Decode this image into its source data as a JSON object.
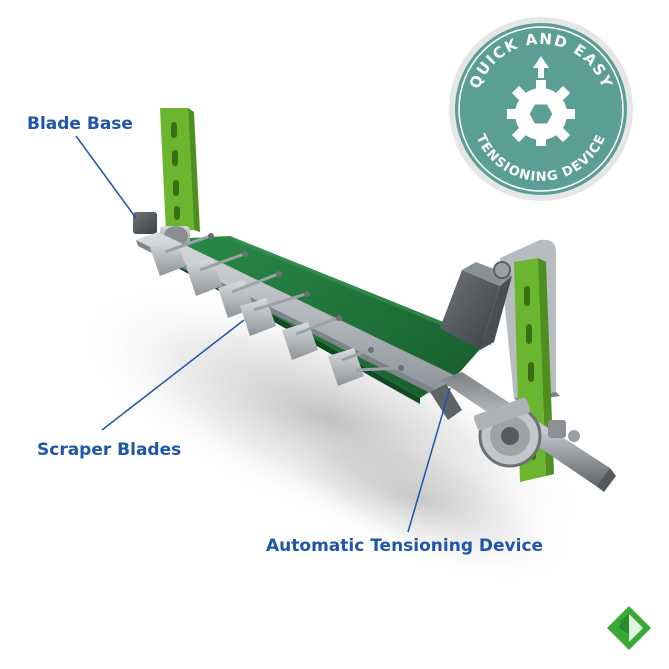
{
  "callouts": {
    "blade_base": "Blade Base",
    "scraper_blades": "Scraper Blades",
    "automatic_tensioning_device": "Automatic Tensioning Device"
  },
  "badge": {
    "top_text": "QUICK AND EASY",
    "bottom_text": "TENSIONING DEVICE"
  },
  "colors": {
    "callout_text": "#1f56a8",
    "badge_teal": "#5a9e95",
    "blade_green": "#1c6b36",
    "bracket_green": "#6ab62e",
    "steel": "#a9aeb3",
    "logo_green": "#39a935"
  }
}
